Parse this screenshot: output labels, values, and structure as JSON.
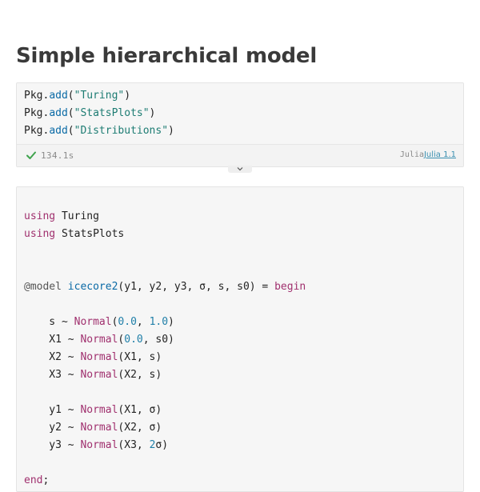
{
  "page": {
    "title": "Simple hierarchical model"
  },
  "cell1": {
    "lines": [
      [
        "Pkg",
        ".",
        "add",
        "(",
        "\"Turing\"",
        ")"
      ],
      [
        "Pkg",
        ".",
        "add",
        "(",
        "\"StatsPlots\"",
        ")"
      ],
      [
        "Pkg",
        ".",
        "add",
        "(",
        "\"Distributions\"",
        ")"
      ]
    ],
    "status_icon": "check-icon",
    "status_color": "#3fa34d",
    "runtime": "134.1s",
    "language": "Julia",
    "kernel": "Julia 1.1"
  },
  "toggle": {
    "icon": "chevron-down-icon"
  },
  "cell2": {
    "l1_kw": "using",
    "l1_rest": " Turing",
    "l2_kw": "using",
    "l2_rest": " StatsPlots",
    "l3_macro": "@model",
    "l3_fn": "icecore2",
    "l3_args": "(y1, y2, y3, σ, s, s0) = ",
    "l3_kw": "begin",
    "l4_pre": "    s ~ ",
    "l4_type": "Normal",
    "l4_open": "(",
    "l4_a": "0.0",
    "l4_sep": ", ",
    "l4_b": "1.0",
    "l4_close": ")",
    "l5_pre": "    X1 ~ ",
    "l5_type": "Normal",
    "l5_open": "(",
    "l5_a": "0.0",
    "l5_rest": ", s0)",
    "l6_pre": "    X2 ~ ",
    "l6_type": "Normal",
    "l6_rest": "(X1, s)",
    "l7_pre": "    X3 ~ ",
    "l7_type": "Normal",
    "l7_rest": "(X2, s)",
    "l8_pre": "    y1 ~ ",
    "l8_type": "Normal",
    "l8_rest": "(X1, σ)",
    "l9_pre": "    y2 ~ ",
    "l9_type": "Normal",
    "l9_rest": "(X2, σ)",
    "l10_pre": "    y3 ~ ",
    "l10_type": "Normal",
    "l10_open": "(X3, ",
    "l10_num": "2",
    "l10_rest": "σ)",
    "l11_kw": "end",
    "l11_rest": ";"
  }
}
